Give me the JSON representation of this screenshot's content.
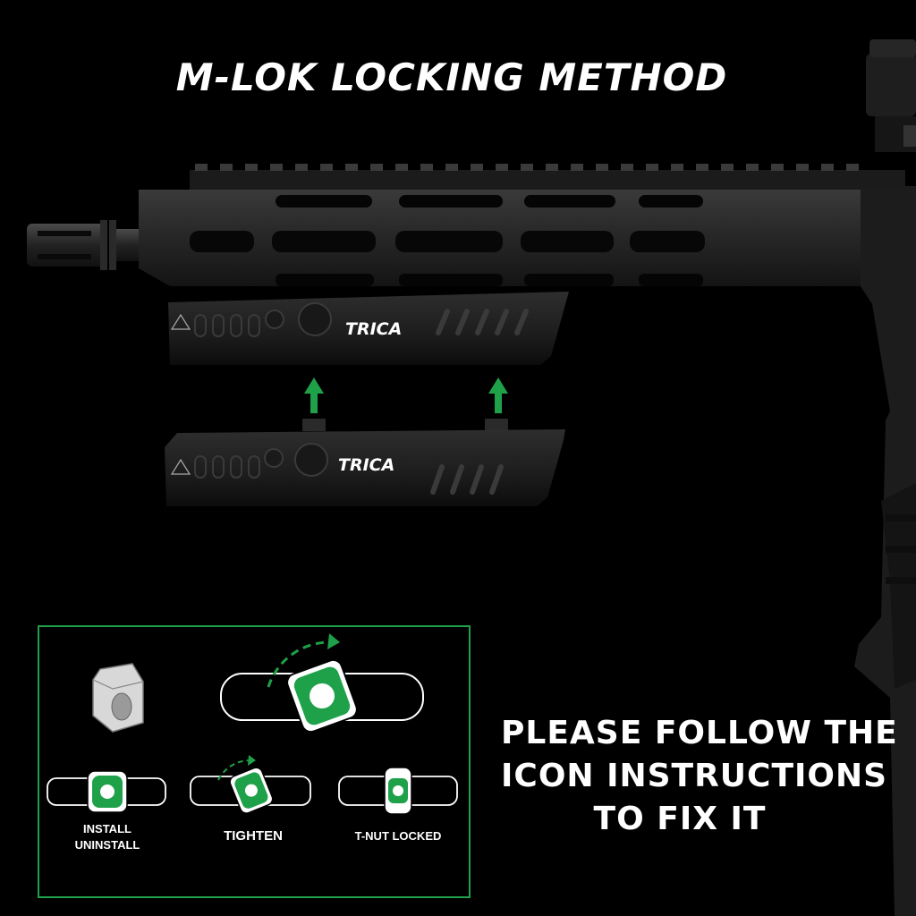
{
  "title": "M-LOK LOCKING METHOD",
  "brand": "TRICA",
  "instructions": [
    "PLEASE FOLLOW THE",
    "ICON INSTRUCTIONS",
    "TO FIX IT"
  ],
  "steps": [
    {
      "line1": "INSTALL",
      "line2": "UNINSTALL"
    },
    {
      "line1": "TIGHTEN"
    },
    {
      "line1": "T-NUT LOCKED"
    }
  ],
  "colors": {
    "accent": "#1fa14a",
    "background": "#000000",
    "text": "#ffffff"
  }
}
